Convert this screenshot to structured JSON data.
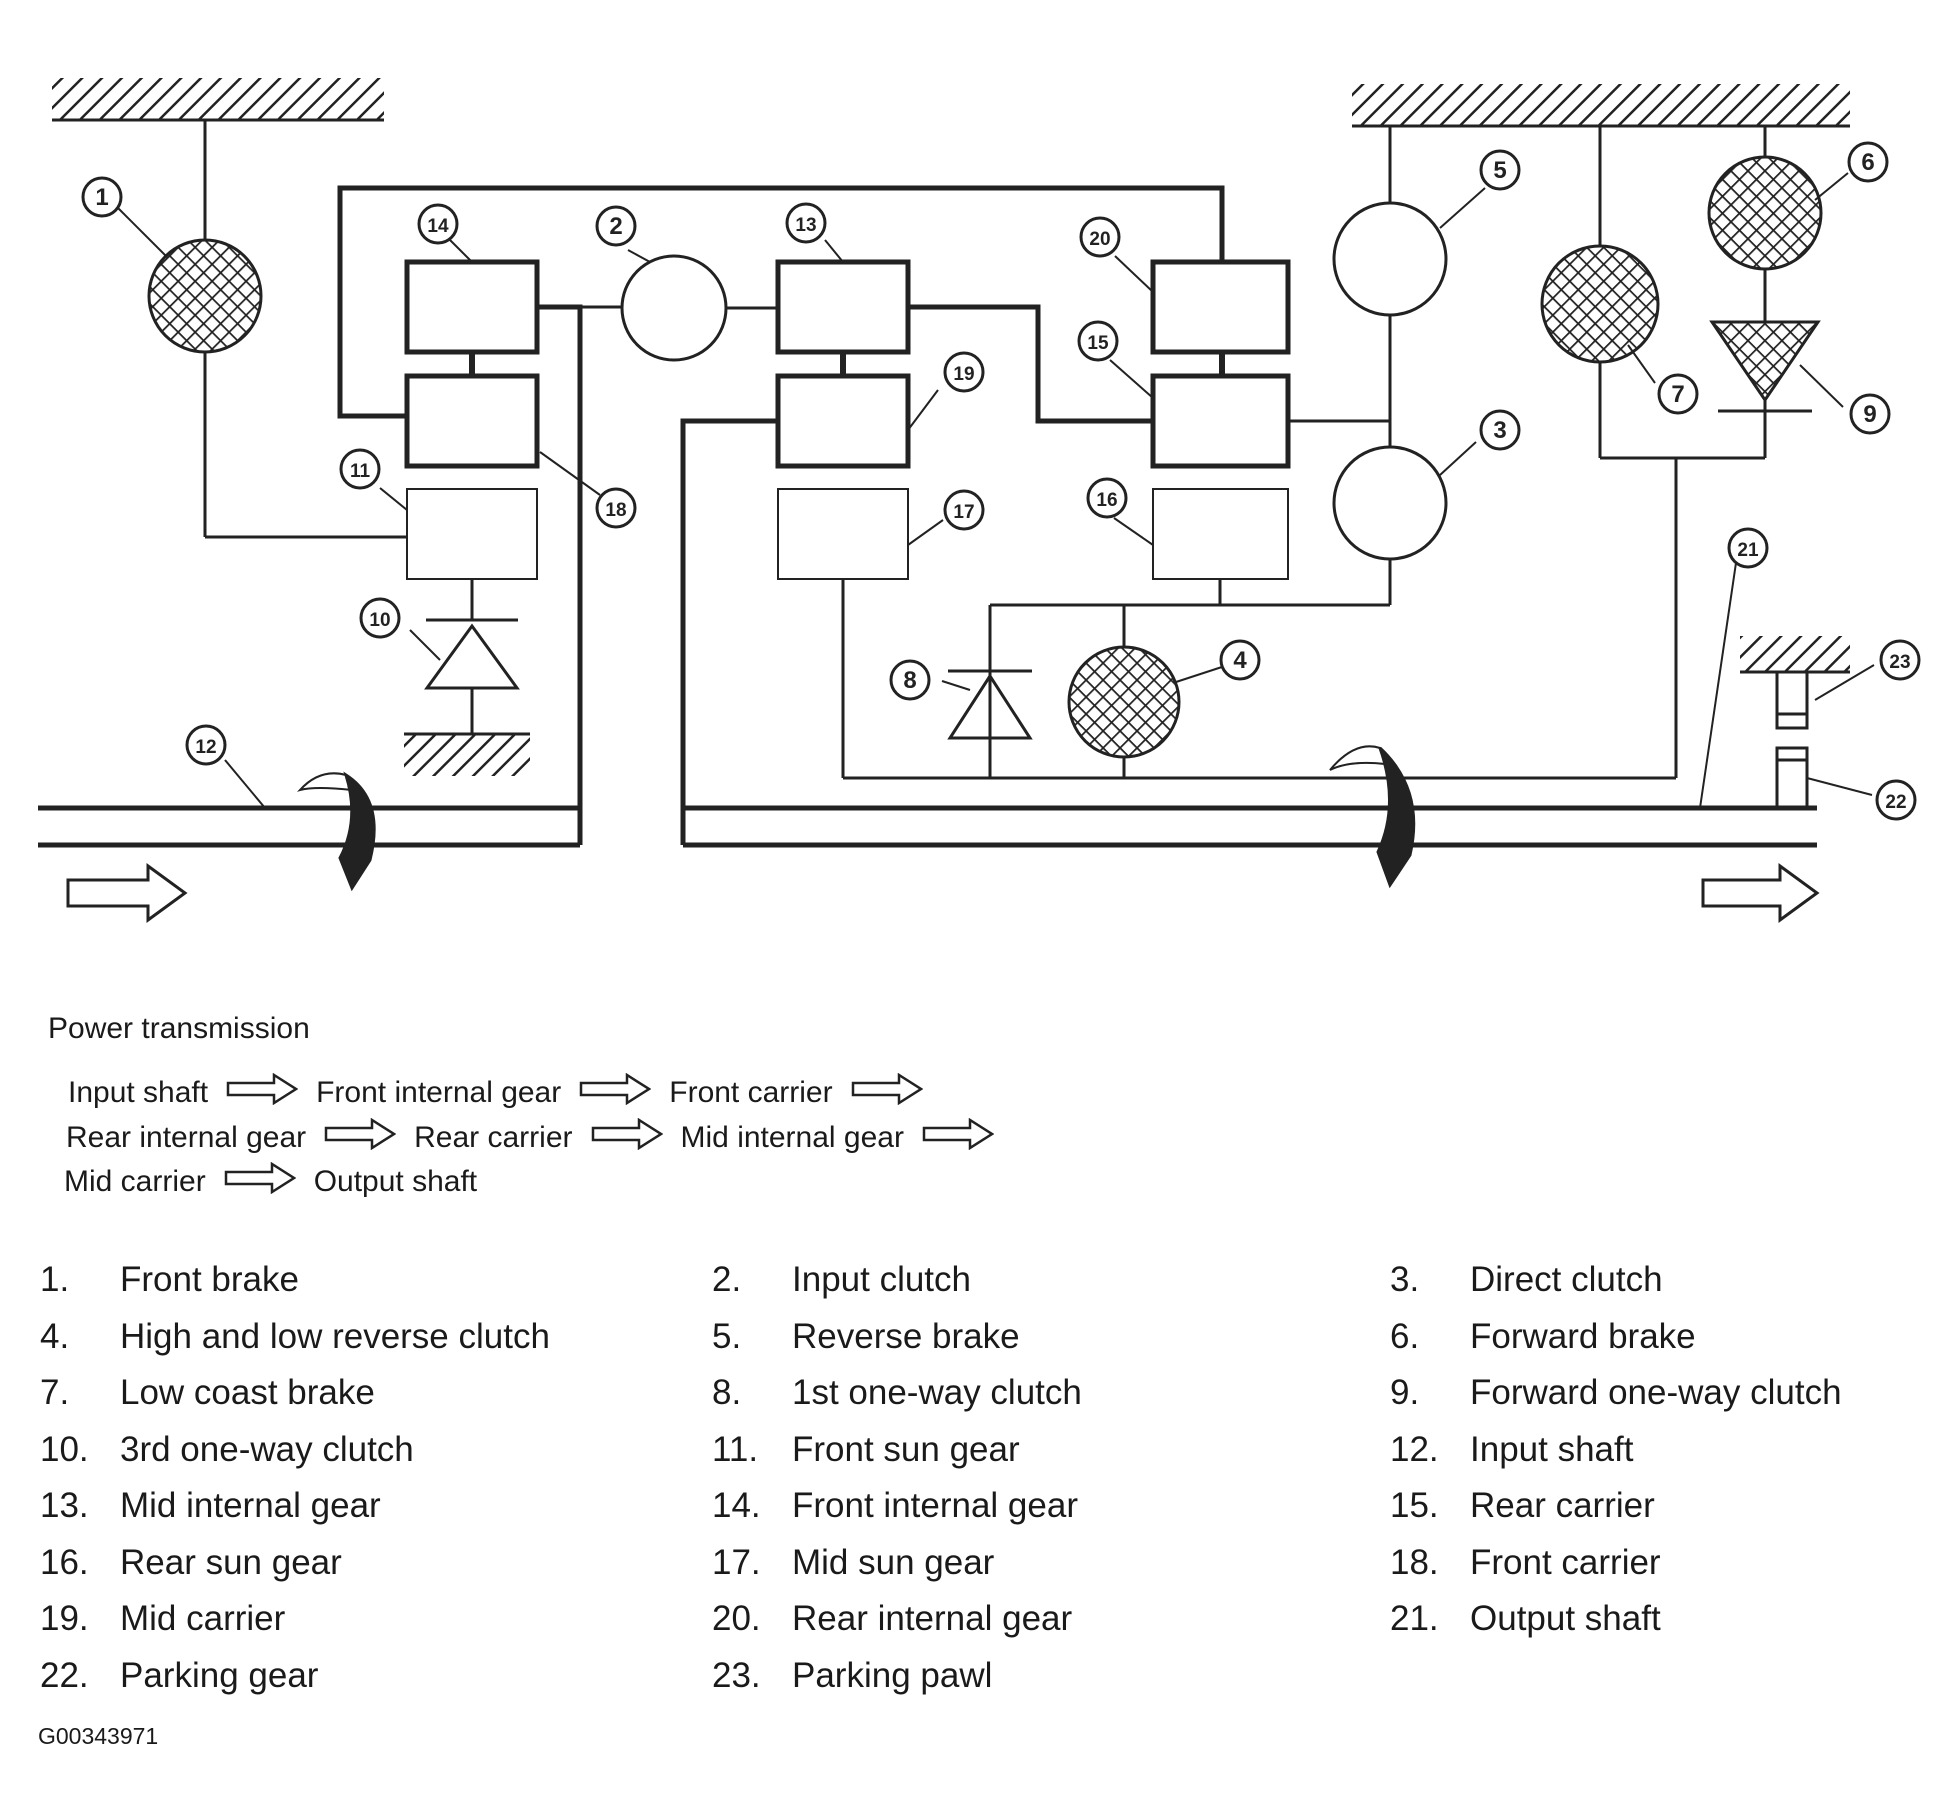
{
  "diagram": {
    "callouts": [
      "1",
      "2",
      "3",
      "4",
      "5",
      "6",
      "7",
      "8",
      "9",
      "10",
      "11",
      "12",
      "13",
      "14",
      "15",
      "16",
      "17",
      "18",
      "19",
      "20",
      "21",
      "22",
      "23"
    ]
  },
  "power_transmission": {
    "title": "Power transmission",
    "flow": [
      [
        "Input shaft",
        "Front internal gear",
        "Front carrier"
      ],
      [
        "Rear internal gear",
        "Rear carrier",
        "Mid internal gear"
      ],
      [
        "Mid carrier",
        "Output shaft"
      ]
    ]
  },
  "legend": [
    {
      "num": "1.",
      "label": "Front brake"
    },
    {
      "num": "2.",
      "label": "Input clutch"
    },
    {
      "num": "3.",
      "label": "Direct clutch"
    },
    {
      "num": "4.",
      "label": "High and low reverse clutch"
    },
    {
      "num": "5.",
      "label": "Reverse brake"
    },
    {
      "num": "6.",
      "label": "Forward brake"
    },
    {
      "num": "7.",
      "label": "Low coast brake"
    },
    {
      "num": "8.",
      "label": "1st one-way clutch"
    },
    {
      "num": "9.",
      "label": "Forward one-way clutch"
    },
    {
      "num": "10.",
      "label": "3rd one-way clutch"
    },
    {
      "num": "11.",
      "label": "Front sun gear"
    },
    {
      "num": "12.",
      "label": "Input shaft"
    },
    {
      "num": "13.",
      "label": "Mid internal gear"
    },
    {
      "num": "14.",
      "label": "Front internal gear"
    },
    {
      "num": "15.",
      "label": "Rear carrier"
    },
    {
      "num": "16.",
      "label": "Rear sun gear"
    },
    {
      "num": "17.",
      "label": "Mid sun gear"
    },
    {
      "num": "18.",
      "label": "Front carrier"
    },
    {
      "num": "19.",
      "label": "Mid carrier"
    },
    {
      "num": "20.",
      "label": "Rear internal gear"
    },
    {
      "num": "21.",
      "label": "Output shaft"
    },
    {
      "num": "22.",
      "label": "Parking gear"
    },
    {
      "num": "23.",
      "label": "Parking pawl"
    }
  ],
  "figure_id": "G00343971"
}
